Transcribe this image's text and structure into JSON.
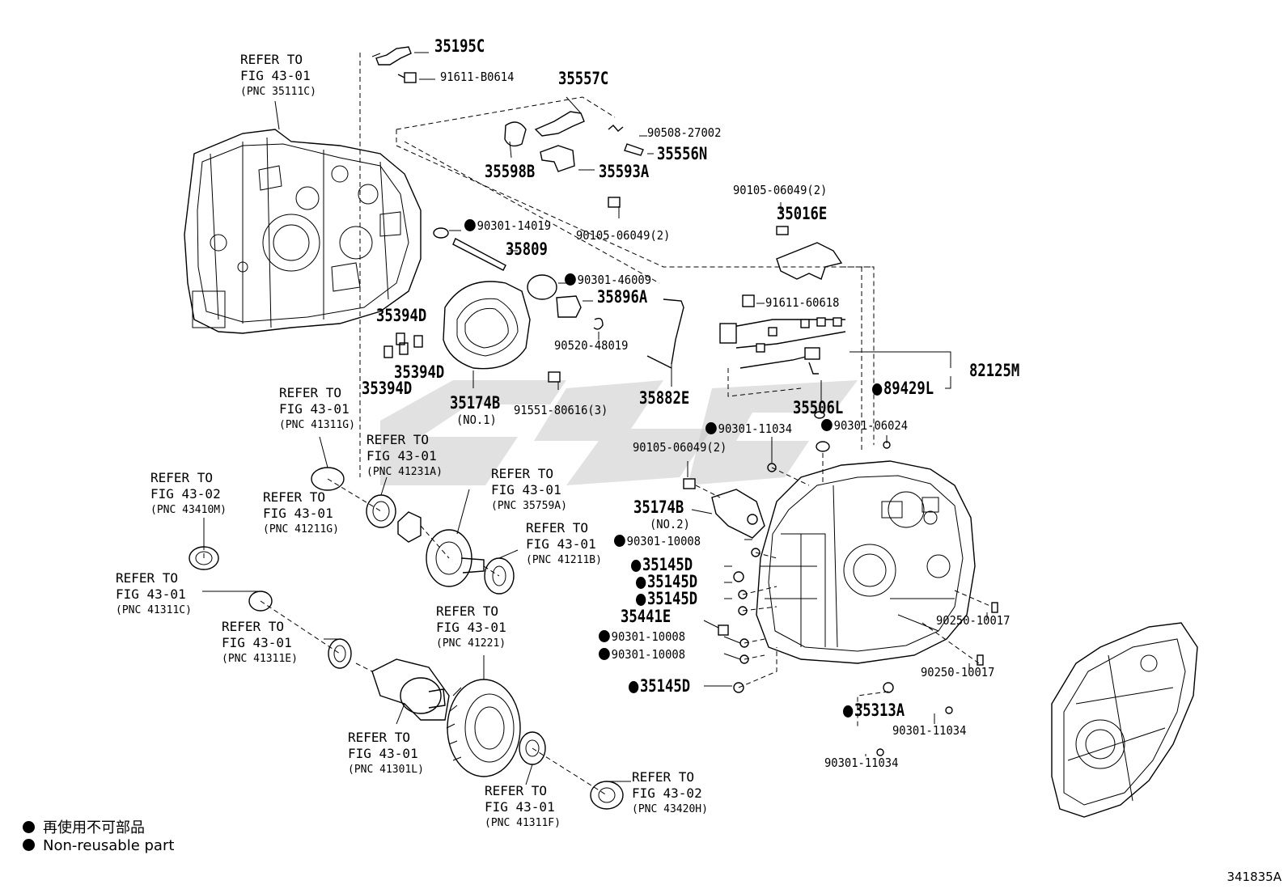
{
  "labels": {
    "p35195C": "35195C",
    "p91611B0614": "91611-B0614",
    "p35557C": "35557C",
    "p9050827002": "90508-27002",
    "p35556N": "35556N",
    "p35598B": "35598B",
    "p35593A": "35593A",
    "p9010506049_a": "90105-06049(2)",
    "p9030114019": "90301-14019",
    "p35809": "35809",
    "p9030146009": "90301-46009",
    "p35896A": "35896A",
    "p9052048019": "90520-48019",
    "p35394D_a": "35394D",
    "p35394D_b": "35394D",
    "p35394D_c": "35394D",
    "p35174B": "35174B",
    "p35174B_no1": "(NO.1)",
    "p9155180616": "91551-80616(3)",
    "p35882E": "35882E",
    "p9010506049_b": "90105-06049(2)",
    "p35016E": "35016E",
    "p9161160618": "91611-60618",
    "p82125M": "82125M",
    "p89429L": "89429L",
    "p35506L": "35506L",
    "p9030111034_a": "90301-11034",
    "p9030106024": "90301-06024",
    "p9010506049_c": "90105-06049(2)",
    "p35174B_2": "35174B",
    "p35174B_no2": "(NO.2)",
    "p9030110008_a": "90301-10008",
    "p35145D_a": "35145D",
    "p35145D_b": "35145D",
    "p35145D_c": "35145D",
    "p35441E": "35441E",
    "p9030110008_b": "90301-10008",
    "p9030110008_c": "90301-10008",
    "p35145D_d": "35145D",
    "p9025010017_a": "90250-10017",
    "p9025010017_b": "90250-10017",
    "p35313A": "35313A",
    "p9030111034_b": "90301-11034",
    "p9030111034_c": "90301-11034"
  },
  "refs": {
    "r35111C": [
      "REFER TO",
      "FIG 43-01",
      "(PNC 35111C)"
    ],
    "r41311G": [
      "REFER TO",
      "FIG 43-01",
      "(PNC 41311G)"
    ],
    "r41231A": [
      "REFER TO",
      "FIG 43-01",
      "(PNC 41231A)"
    ],
    "r35759A": [
      "REFER TO",
      "FIG 43-01",
      "(PNC 35759A)"
    ],
    "r43410M": [
      "REFER TO",
      "FIG 43-02",
      "(PNC 43410M)"
    ],
    "r41211G": [
      "REFER TO",
      "FIG 43-01",
      "(PNC 41211G)"
    ],
    "r41211B": [
      "REFER TO",
      "FIG 43-01",
      "(PNC 41211B)"
    ],
    "r41311C": [
      "REFER TO",
      "FIG 43-01",
      "(PNC 41311C)"
    ],
    "r41311E": [
      "REFER TO",
      "FIG 43-01",
      "(PNC 41311E)"
    ],
    "r41221": [
      "REFER TO",
      "FIG 43-01",
      "(PNC 41221)"
    ],
    "r41301L": [
      "REFER TO",
      "FIG 43-01",
      "(PNC 41301L)"
    ],
    "r41311F": [
      "REFER TO",
      "FIG 43-01",
      "(PNC 41311F)"
    ],
    "r43420H": [
      "REFER TO",
      "FIG 43-02",
      "(PNC 43420H)"
    ]
  },
  "legend": {
    "jp": "再使用不可部品",
    "en": "Non-reusable part"
  },
  "figure_code": "341835A"
}
